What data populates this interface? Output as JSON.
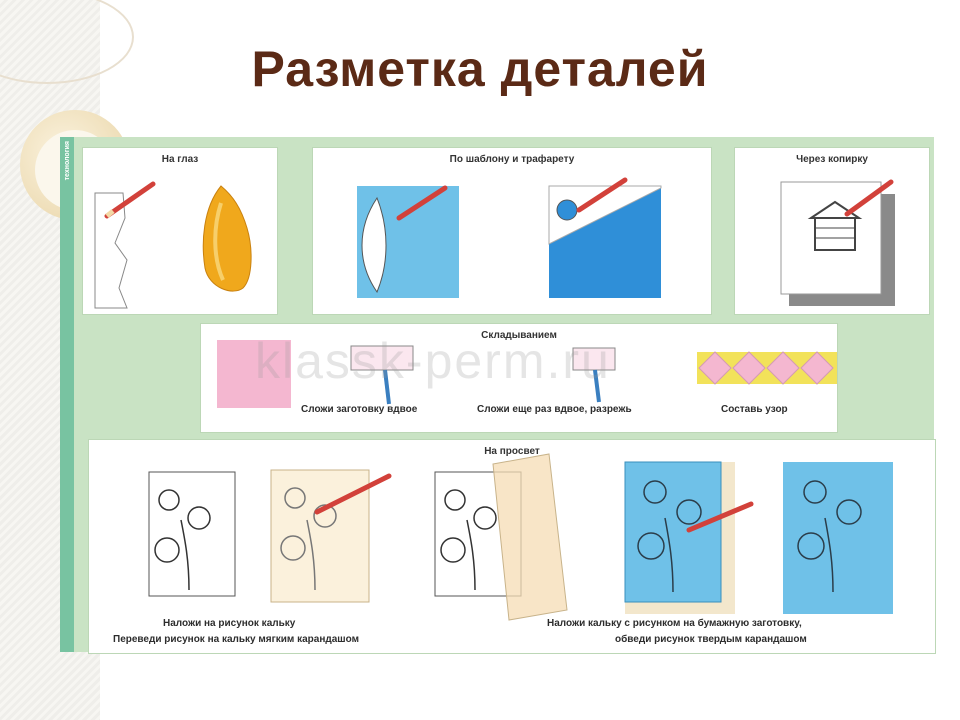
{
  "slide": {
    "title": "Разметка деталей"
  },
  "sidebar": {
    "label": "технология"
  },
  "panels": {
    "by_eye": {
      "title": "На глаз"
    },
    "template": {
      "title": "По шаблону и трафарету"
    },
    "carbon": {
      "title": "Через копирку"
    },
    "folding": {
      "title": "Складыванием",
      "step1": "Сложи заготовку вдвое",
      "step2": "Сложи еще раз вдвое, разрежь",
      "step3": "Составь узор"
    },
    "light": {
      "title": "На просвет",
      "caption_left_1": "Наложи на рисунок кальку",
      "caption_left_2": "Переведи рисунок на кальку мягким карандашом",
      "caption_right_1": "Наложи кальку с рисунком на бумажную заготовку,",
      "caption_right_2": "обведи рисунок твердым карандашом"
    }
  },
  "watermark": "klassk-perm.ru",
  "colors": {
    "title": "#5b2a16",
    "board": "#c9e3c4",
    "blue": "#2f8fd8",
    "light_blue": "#6fc1e8",
    "pink": "#f4b7d0",
    "yellow": "#f2e25a",
    "orange": "#f0a81c",
    "pencil": "#d2413a"
  }
}
